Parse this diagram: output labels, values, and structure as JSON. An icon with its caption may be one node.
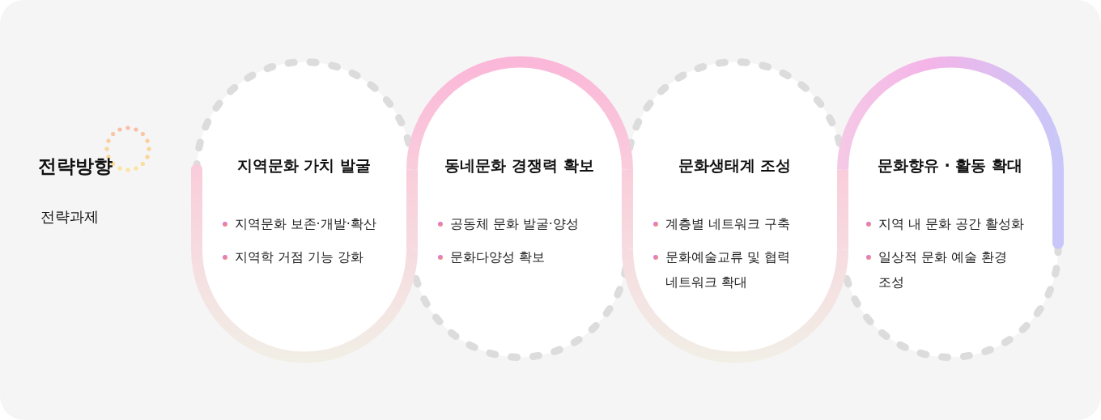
{
  "diagram": {
    "nodes": [
      {
        "text": [
          "지역문화 가치 발굴",
          "지역문화 보존·개발·확산",
          "지역학 거점 기능 강화"
        ]
      },
      {
        "text": [
          "동네문화 경쟁력 확보",
          "공동체 문화 발굴·양성",
          "문화다양성 확보"
        ]
      },
      {
        "text": [
          "문화생태계 조성",
          "계층별 네트워크 구축",
          "문화예술교류 및 협력 네트워크 확대"
        ]
      },
      {
        "text": [
          "문화향유 · 활동 확대",
          "지역 내 문화 공간 활성화",
          "일상적 문화 예술 환경 조성"
        ]
      }
    ],
    "labels": [
      "전략방향",
      "전략과제"
    ]
  }
}
